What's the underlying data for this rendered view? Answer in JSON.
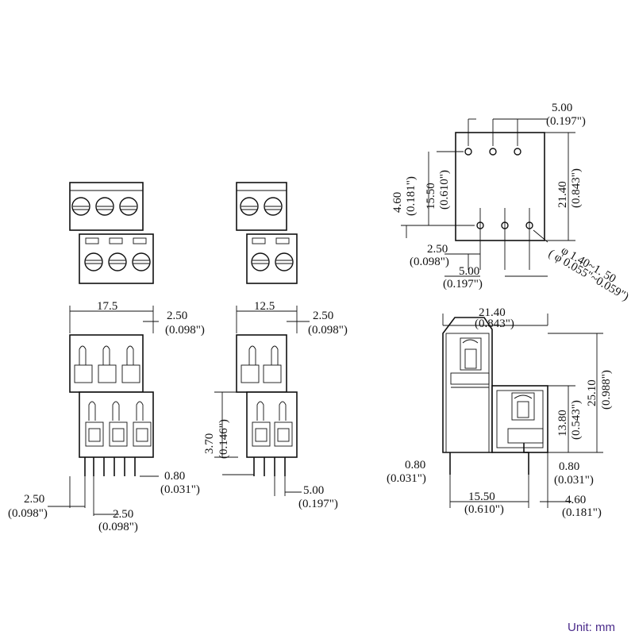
{
  "dimensions": {
    "pitch_3p_width": "17.5",
    "pitch_2p_width": "12.5",
    "pin_pitch_mm": "2.50",
    "pin_pitch_in": "(0.098\")",
    "pin_pitch2_mm": "2.50",
    "pin_pitch2_in": "(0.098\")",
    "pin_offset_left_mm": "2.50",
    "pin_offset_left_in": "(0.098\")",
    "pin_offset_right_mm": "2.50",
    "pin_offset_right_in": "(0.098\")",
    "pin_width_mm": "0.80",
    "pin_width_in": "(0.031\")",
    "standoff_mm": "3.70",
    "standoff_in": "(0.146\")",
    "pitch_5_mm": "5.00",
    "pitch_5_in": "(0.197\")",
    "top_pitch_mm": "5.00",
    "top_pitch_in": "(0.197\")",
    "row_offset_mm": "4.60",
    "row_offset_in": "(0.181\")",
    "row_span_mm": "15.50",
    "row_span_in": "(0.610\")",
    "depth_mm": "21.40",
    "depth_in": "(0.843\")",
    "hole_offset_mm": "2.50",
    "hole_offset_in": "(0.098\")",
    "hole_pitch_mm": "5.00",
    "hole_pitch_in": "(0.197\")",
    "hole_dia_mm": "φ  1.40~1. 50",
    "hole_dia_in": "( φ  0.055\"~0.059\")",
    "side_depth_mm": "21.40",
    "side_depth_in": "(0.843\")",
    "side_height_mm": "25.10",
    "side_height_in": "(0.988\")",
    "lower_height_mm": "13.80",
    "lower_height_in": "(0.543\")",
    "side_pin_l_mm": "0.80",
    "side_pin_l_in": "(0.031\")",
    "side_pin_r_mm": "0.80",
    "side_pin_r_in": "(0.031\")",
    "side_span_mm": "15.50",
    "side_span_in": "(0.610\")",
    "side_offset_mm": "4.60",
    "side_offset_in": "(0.181\")"
  },
  "unit_label": "Unit: mm"
}
